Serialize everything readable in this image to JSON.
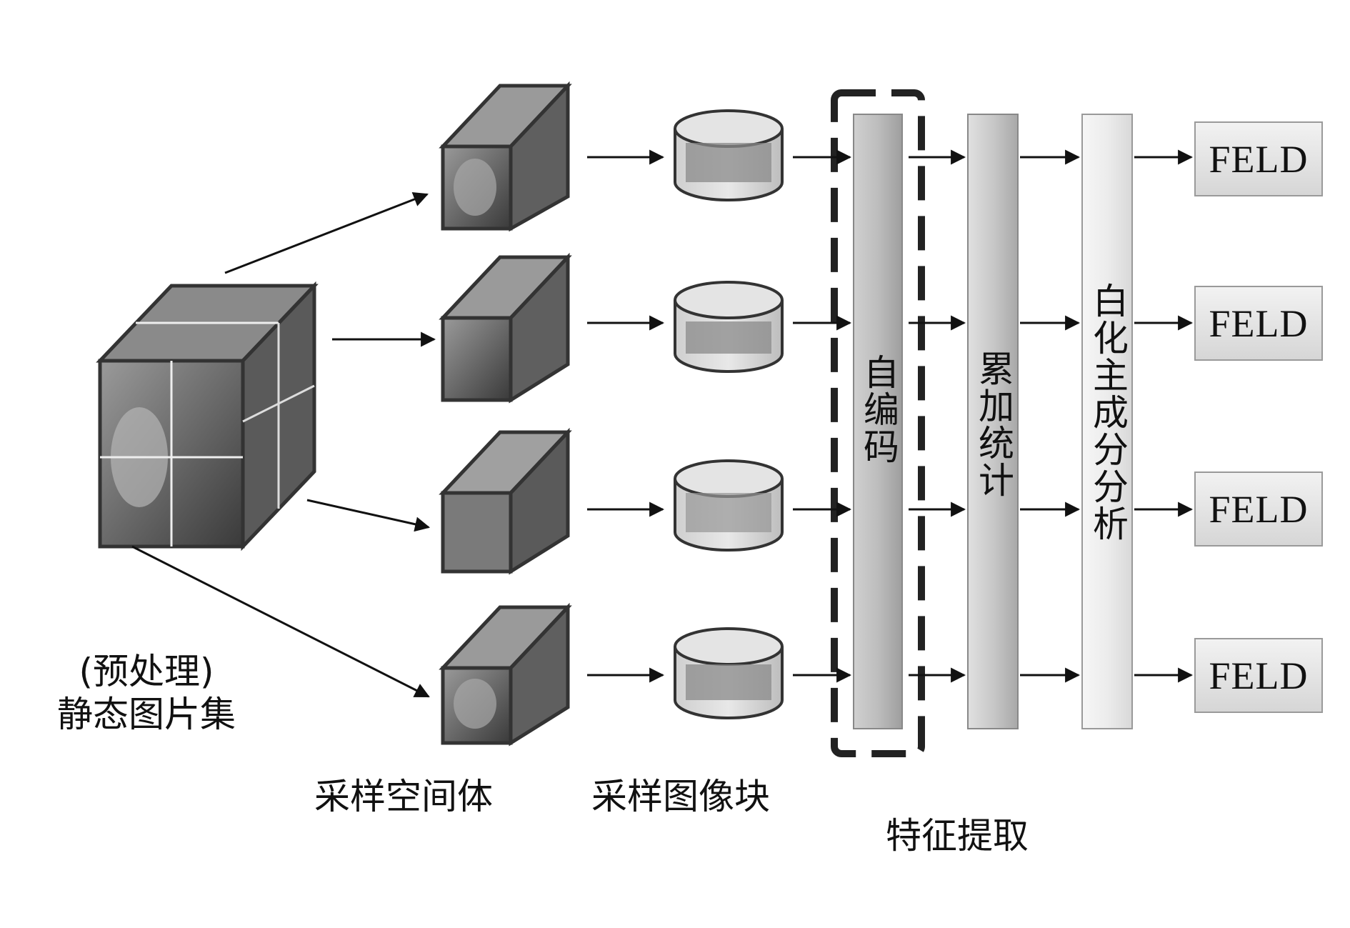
{
  "input": {
    "line1": "(预处理)",
    "line2": "静态图片集"
  },
  "captions": {
    "sample_volume": "采样空间体",
    "sample_patch": "采样图像块",
    "feature_extraction": "特征提取"
  },
  "stages": {
    "autoencoder": "自编码",
    "accumulate": "累加统计",
    "whiten_pca": "白化主成分分析"
  },
  "outputs": [
    "FELD",
    "FELD",
    "FELD",
    "FELD"
  ]
}
